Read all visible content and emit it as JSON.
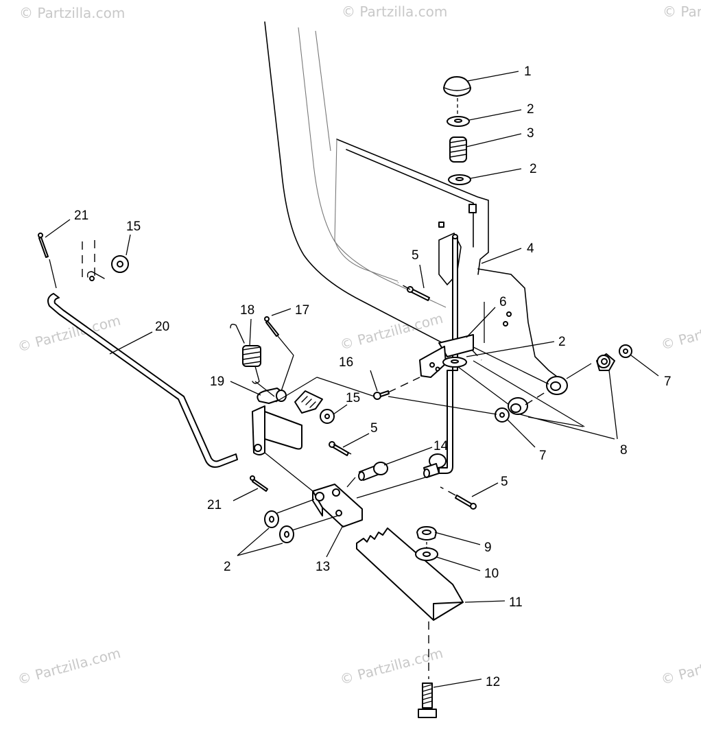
{
  "watermark": "© Partzilla.com",
  "callouts": [
    {
      "id": "c1",
      "text": "1"
    },
    {
      "id": "c2a",
      "text": "2"
    },
    {
      "id": "c3",
      "text": "3"
    },
    {
      "id": "c2b",
      "text": "2"
    },
    {
      "id": "c4",
      "text": "4"
    },
    {
      "id": "c5a",
      "text": "5"
    },
    {
      "id": "c6",
      "text": "6"
    },
    {
      "id": "c2c",
      "text": "2"
    },
    {
      "id": "c7a",
      "text": "7"
    },
    {
      "id": "c7b",
      "text": "7"
    },
    {
      "id": "c8",
      "text": "8"
    },
    {
      "id": "c16",
      "text": "16"
    },
    {
      "id": "c15a",
      "text": "15"
    },
    {
      "id": "c15b",
      "text": "15"
    },
    {
      "id": "c5b",
      "text": "5"
    },
    {
      "id": "c14",
      "text": "14"
    },
    {
      "id": "c5c",
      "text": "5"
    },
    {
      "id": "c9",
      "text": "9"
    },
    {
      "id": "c10",
      "text": "10"
    },
    {
      "id": "c11",
      "text": "11"
    },
    {
      "id": "c12",
      "text": "12"
    },
    {
      "id": "c13",
      "text": "13"
    },
    {
      "id": "c2d",
      "text": "2"
    },
    {
      "id": "c21a",
      "text": "21"
    },
    {
      "id": "c21b",
      "text": "21"
    },
    {
      "id": "c20",
      "text": "20"
    },
    {
      "id": "c18",
      "text": "18"
    },
    {
      "id": "c17",
      "text": "17"
    },
    {
      "id": "c19",
      "text": "19"
    }
  ]
}
